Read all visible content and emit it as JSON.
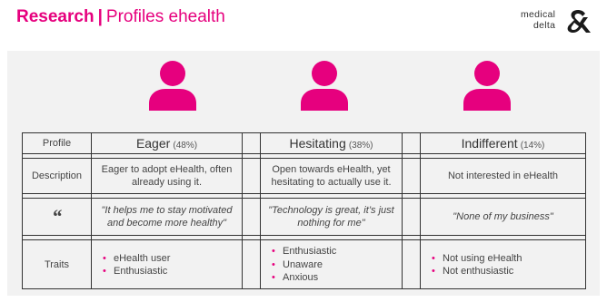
{
  "header": {
    "title_bold": "Research",
    "separator": "|",
    "title_rest": "Profiles ehealth",
    "logo_line1": "medical",
    "logo_line2": "delta"
  },
  "colors": {
    "accent": "#e6007e",
    "panel": "#f2f2f2",
    "text": "#444444"
  },
  "icons": [
    "person-icon",
    "person-icon",
    "person-icon"
  ],
  "table": {
    "row_labels": {
      "profile": "Profile",
      "description": "Description",
      "quote": "“",
      "traits": "Traits"
    },
    "profiles": [
      {
        "name": "Eager",
        "percent": "(48%)",
        "description": "Eager to adopt eHealth, often already using it.",
        "quote": "\"It helps me to stay motivated and become more healthy\"",
        "traits": [
          "eHealth user",
          "Enthusiastic"
        ]
      },
      {
        "name": "Hesitating",
        "percent": "(38%)",
        "description": "Open towards eHealth, yet hesitating to actually use it.",
        "quote": "\"Technology is great, it’s just nothing for me\"",
        "traits": [
          "Enthusiastic",
          "Unaware",
          "Anxious"
        ]
      },
      {
        "name": "Indifferent",
        "percent": "(14%)",
        "description": "Not interested in eHealth",
        "quote": "\"None of my business\"",
        "traits": [
          "Not using eHealth",
          "Not enthusiastic"
        ]
      }
    ]
  }
}
